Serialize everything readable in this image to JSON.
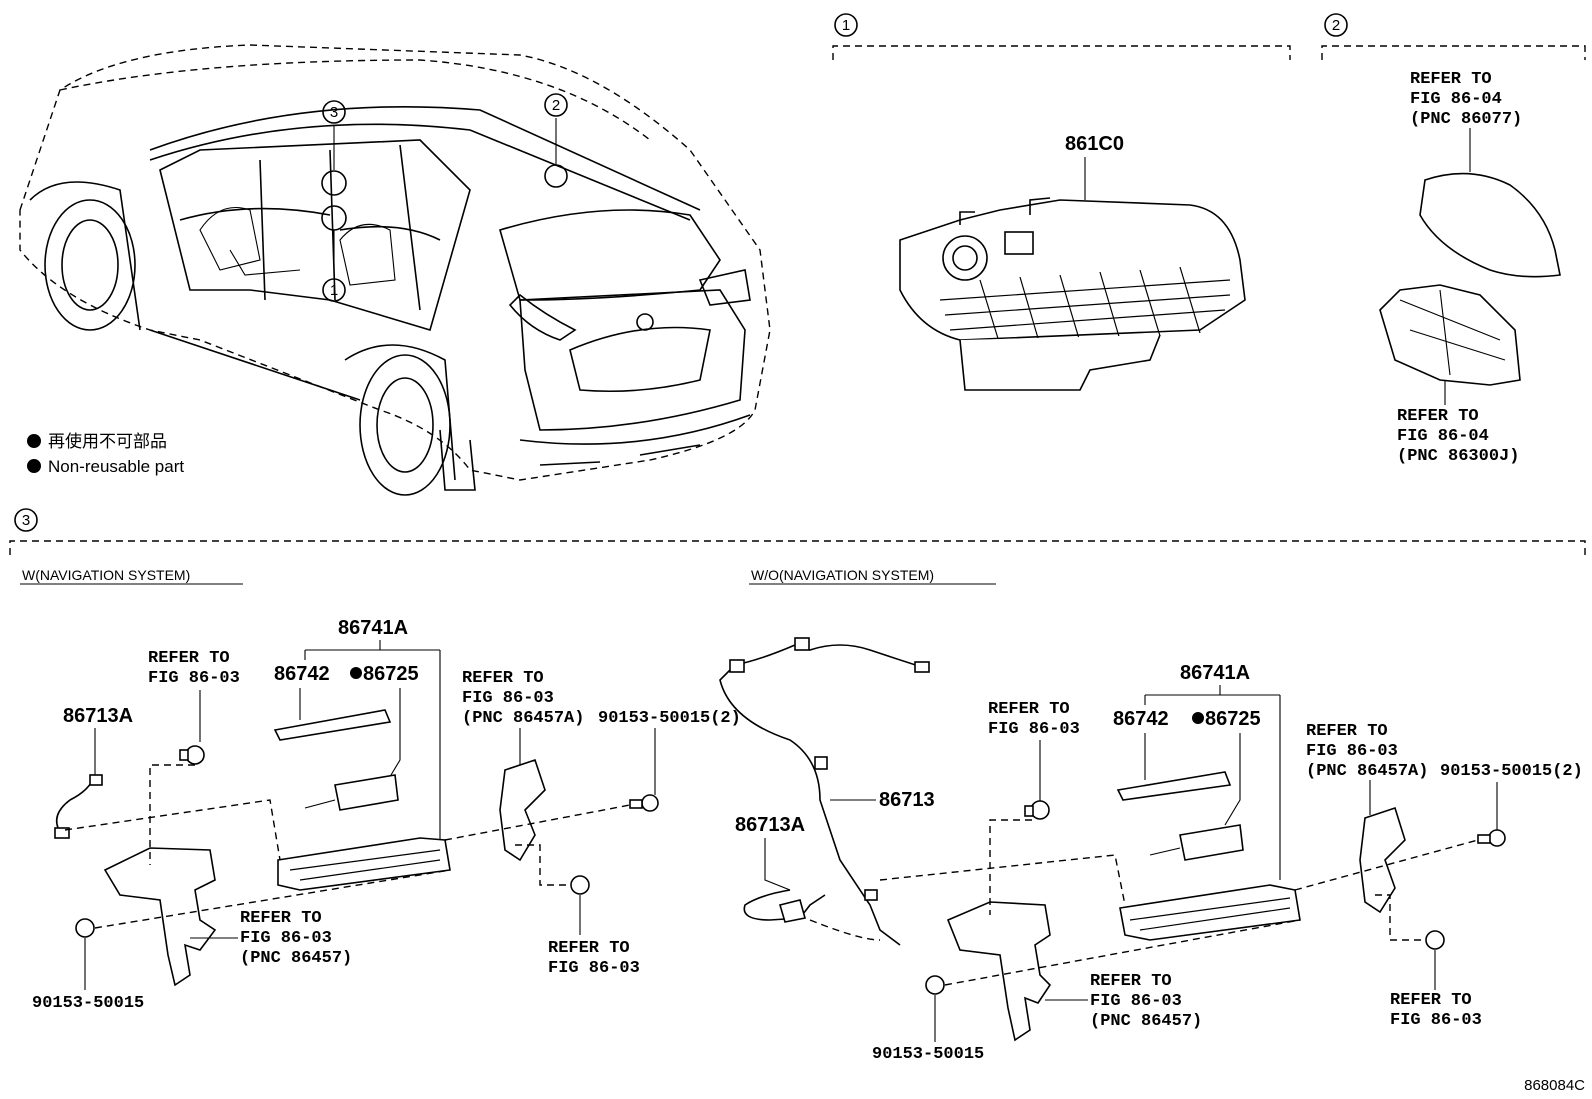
{
  "legend": {
    "non_reusable_jp": "再使用不可部品",
    "non_reusable_en": "Non-reusable part"
  },
  "markers": {
    "m1": "1",
    "m2": "2",
    "m3": "3"
  },
  "section1": {
    "part": "861C0"
  },
  "section2": {
    "ref_a": [
      "REFER TO",
      "FIG 86-04",
      "(PNC 86077)"
    ],
    "ref_b": [
      "REFER TO",
      "FIG 86-04",
      "(PNC 86300J)"
    ]
  },
  "section3": {
    "with_nav": {
      "title": "W(NAVIGATION SYSTEM)",
      "assy": "86741A",
      "p1": "86742",
      "p2": "86725",
      "cable": "86713A",
      "ref_top": [
        "REFER TO",
        "FIG 86-03"
      ],
      "ref_bracket": [
        "REFER TO",
        "FIG 86-03",
        "(PNC 86457A)"
      ],
      "bolt_right": "90153-50015(2)",
      "ref_bottom_bracket": [
        "REFER TO",
        "FIG 86-03",
        "(PNC 86457)"
      ],
      "ref_bottom_right": [
        "REFER TO",
        "FIG 86-03"
      ],
      "bolt_bottom": "90153-50015"
    },
    "without_nav": {
      "title": "W/O(NAVIGATION SYSTEM)",
      "assy": "86741A",
      "p1": "86742",
      "p2": "86725",
      "cable_main": "86713",
      "cable": "86713A",
      "ref_top": [
        "REFER TO",
        "FIG 86-03"
      ],
      "ref_bracket": [
        "REFER TO",
        "FIG 86-03",
        "(PNC 86457A)"
      ],
      "bolt_right": "90153-50015(2)",
      "ref_bottom_bracket": [
        "REFER TO",
        "FIG 86-03",
        "(PNC 86457)"
      ],
      "ref_bottom_right": [
        "REFER TO",
        "FIG 86-03"
      ],
      "bolt_bottom": "90153-50015"
    }
  },
  "figure_code": "868084C"
}
